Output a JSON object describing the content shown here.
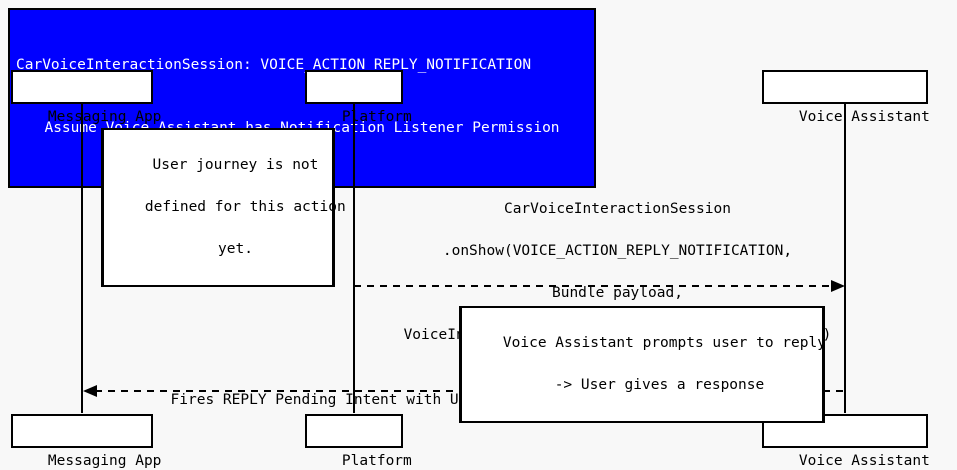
{
  "diagram": {
    "type": "uml-sequence-diagram",
    "background_color": "#f8f8f8",
    "title_banner": {
      "line1": "CarVoiceInteractionSession: VOICE_ACTION_REPLY_NOTIFICATION",
      "line2": "Assume Voice Assistant has Notification Listener Permission",
      "background_color": "#0000ff",
      "text_color": "#ffffff",
      "border_color": "#000000"
    },
    "participants": [
      {
        "id": "messaging-app",
        "label": "Messaging App"
      },
      {
        "id": "platform",
        "label": "Platform"
      },
      {
        "id": "voice-assistant",
        "label": "Voice Assistant"
      }
    ],
    "notes": [
      {
        "id": "note-user-journey",
        "line1": "User journey is not",
        "line2": "defined for this action",
        "line3": "yet."
      },
      {
        "id": "note-voice-prompt",
        "line1": "Voice Assistant prompts user to reply",
        "line2": "-> User gives a response"
      }
    ],
    "messages": [
      {
        "id": "msg-onshow",
        "from": "platform",
        "to": "voice-assistant",
        "direction": "right",
        "line_style": "dashed",
        "label_line1": "CarVoiceInteractionSession",
        "label_line2": ".onShow(VOICE_ACTION_REPLY_NOTIFICATION,",
        "label_line3": "Bundle payload,",
        "label_line4": "VoiceInteractionSession.SHOW_SOURCE_NOTIFICATION)"
      },
      {
        "id": "msg-reply-intent",
        "from": "voice-assistant",
        "to": "messaging-app",
        "direction": "left",
        "line_style": "dashed",
        "label_line1": "Fires REPLY Pending Intent with User's Reply String in the Remote Input"
      }
    ]
  }
}
